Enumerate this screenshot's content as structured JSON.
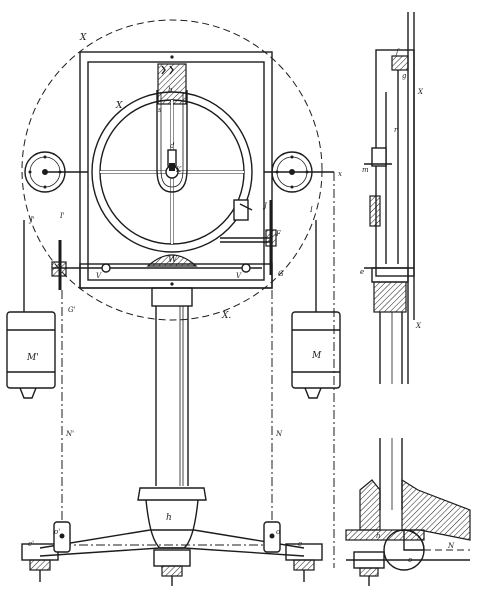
{
  "labels": {
    "x_top": "X",
    "x_wheel": "X",
    "x_bottom": "X.",
    "x_right": "x",
    "x_side_top": "X",
    "x_side_bot": "X",
    "k": "K",
    "d": "d",
    "s": "s",
    "b": "b",
    "h": "h",
    "w": "W",
    "v1": "V",
    "v2": "V",
    "j_left": "J'",
    "j_right": "J",
    "i_left": "I'",
    "i_right": "I",
    "m_left": "M'",
    "m_right": "M",
    "n_left": "N'",
    "n_right": "N",
    "g_left": "G'",
    "g_right": "G",
    "o_left": "o'",
    "o_right": "o",
    "e_left": "e'",
    "e_right": "e",
    "f_right": "F",
    "side_f": "f",
    "side_g": "g",
    "side_r": "r",
    "side_e": "e",
    "side_m": "m",
    "side_h": "h",
    "side_o": "o",
    "side_n": "N"
  }
}
